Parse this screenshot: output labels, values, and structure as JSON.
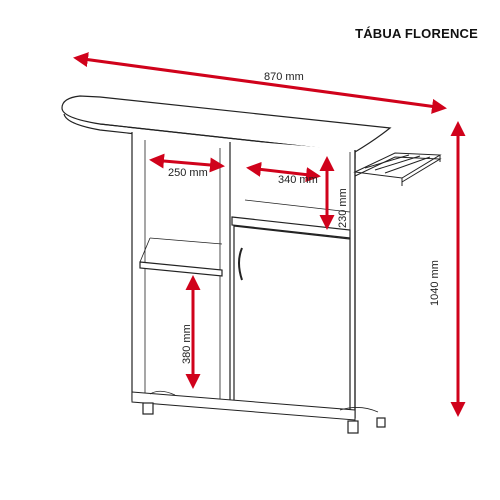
{
  "title": "TÁBUA FLORENCE",
  "colors": {
    "arrow": "#d0021b",
    "line": "#222222",
    "fill": "#ffffff"
  },
  "dimensions": {
    "total_width": "870 mm",
    "total_height": "1040 mm",
    "left_niche_width": "250 mm",
    "right_niche_width": "340 mm",
    "right_niche_height": "230 mm",
    "left_niche_height": "380 mm"
  }
}
